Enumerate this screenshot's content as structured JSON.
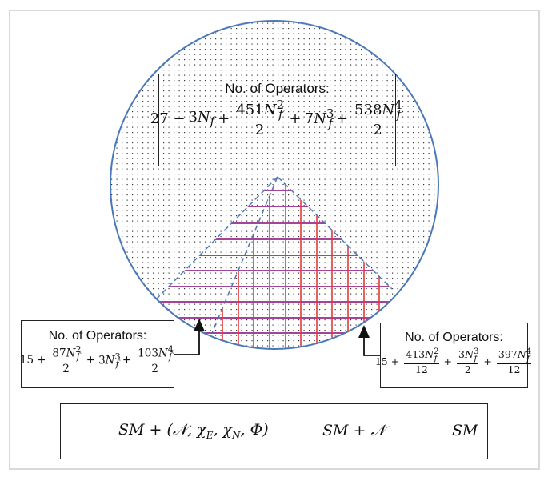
{
  "diagram": {
    "type": "venn-region-diagram",
    "regions": [
      {
        "id": "full-circle",
        "pattern": "dotted",
        "meaning": "SM + (N, χE, χN, Φ)"
      },
      {
        "id": "triangle-horizontal",
        "pattern": "horizontal-lines",
        "meaning": "SM + N"
      },
      {
        "id": "inner-vertical",
        "pattern": "vertical-lines",
        "meaning": "SM"
      }
    ],
    "colors": {
      "circle_stroke": "#4a78b8",
      "dashed_stroke": "#4a78b8",
      "horizontal_lines": "#9b2f8c",
      "vertical_lines": "#e0393e",
      "dots": "#333333",
      "box_border": "#222222",
      "frame_border": "#d9d9d9"
    }
  },
  "top_box": {
    "header": "No. of Operators:",
    "terms": [
      "27",
      "−",
      "3",
      "N",
      "f",
      "+",
      "451",
      "2",
      "+",
      "7",
      "3",
      "+",
      "538",
      "4",
      "2"
    ],
    "formula_text": "27 − 3N_f + 451N_f^2/2 + 7N_f^3 + 538N_f^4/2",
    "t1": "27 −",
    "t2_coef": "3",
    "plus": "+",
    "f1_num_coef": "451",
    "f1_exp": "2",
    "f1_den": "2",
    "t3_coef": "7",
    "t3_exp": "3",
    "f2_num_coef": "538",
    "f2_exp": "4",
    "f2_den": "2"
  },
  "left_box": {
    "header": "No. of Operators:",
    "formula_text": "15 + 87N_f^2/2 + 3N_f^3 + 103N_f^4/2",
    "t1": "15",
    "plus": "+",
    "f1_num_coef": "87",
    "f1_exp": "2",
    "f1_den": "2",
    "t3_coef": "3",
    "t3_exp": "3",
    "f2_num_coef": "103",
    "f2_exp": "4",
    "f2_den": "2"
  },
  "right_box": {
    "header": "No. of Operators:",
    "formula_text": "15 + 413N_f^2/12 + 3N_f^3/2 + 397N_f^4/12",
    "t1": "15",
    "plus": "+",
    "f1_num_coef": "413",
    "f1_exp": "2",
    "f1_den": "12",
    "f2_num_coef": "3",
    "f2_exp": "3",
    "f2_den": "2",
    "f3_num_coef": "397",
    "f3_exp": "4",
    "f3_den": "12"
  },
  "symbols": {
    "N": "N",
    "f": "f"
  },
  "legend": {
    "items": [
      {
        "pattern": "dotted",
        "label": "SM + (𝒩, χ_E, χ_N, Φ)"
      },
      {
        "pattern": "horizontal-lines",
        "label": "SM + 𝒩"
      },
      {
        "pattern": "vertical-lines",
        "label": "SM"
      }
    ],
    "label_dotted": "SM + (𝒩, χ",
    "label_dotted_sub1": "E",
    "label_dotted_mid": ", χ",
    "label_dotted_sub2": "N",
    "label_dotted_end": ", Φ)",
    "label_horizontal": "SM + 𝒩",
    "label_vertical": "SM"
  }
}
